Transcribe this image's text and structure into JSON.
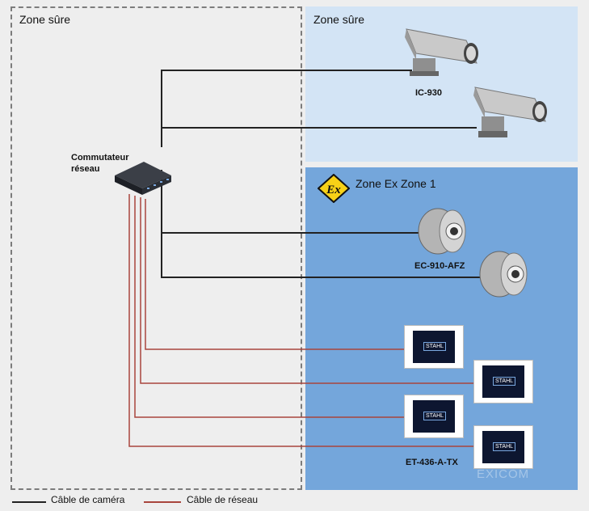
{
  "zones": {
    "safe_left_label": "Zone sûre",
    "safe_right_label": "Zone sûre",
    "ex_label": "Zone Ex Zone 1"
  },
  "ex_symbol_text": "Ex",
  "switch": {
    "line1": "Commutateur",
    "line2": "réseau"
  },
  "devices": {
    "camera_bullet_label": "IC-930",
    "camera_round_label": "EC-910-AFZ",
    "panel_label": "ET-436-A-TX",
    "panel_brand": "STAHL",
    "panel_watermark": "EXICOM"
  },
  "legend": {
    "camera_cable": "Câble de caméra",
    "network_cable": "Câble de réseau"
  },
  "colors": {
    "camera_cable": "#222222",
    "network_cable": "#a8453d",
    "safe_zone_bg": "#d3e4f5",
    "ex_zone_bg": "#74a6db",
    "ex_symbol": "#f7d117"
  }
}
